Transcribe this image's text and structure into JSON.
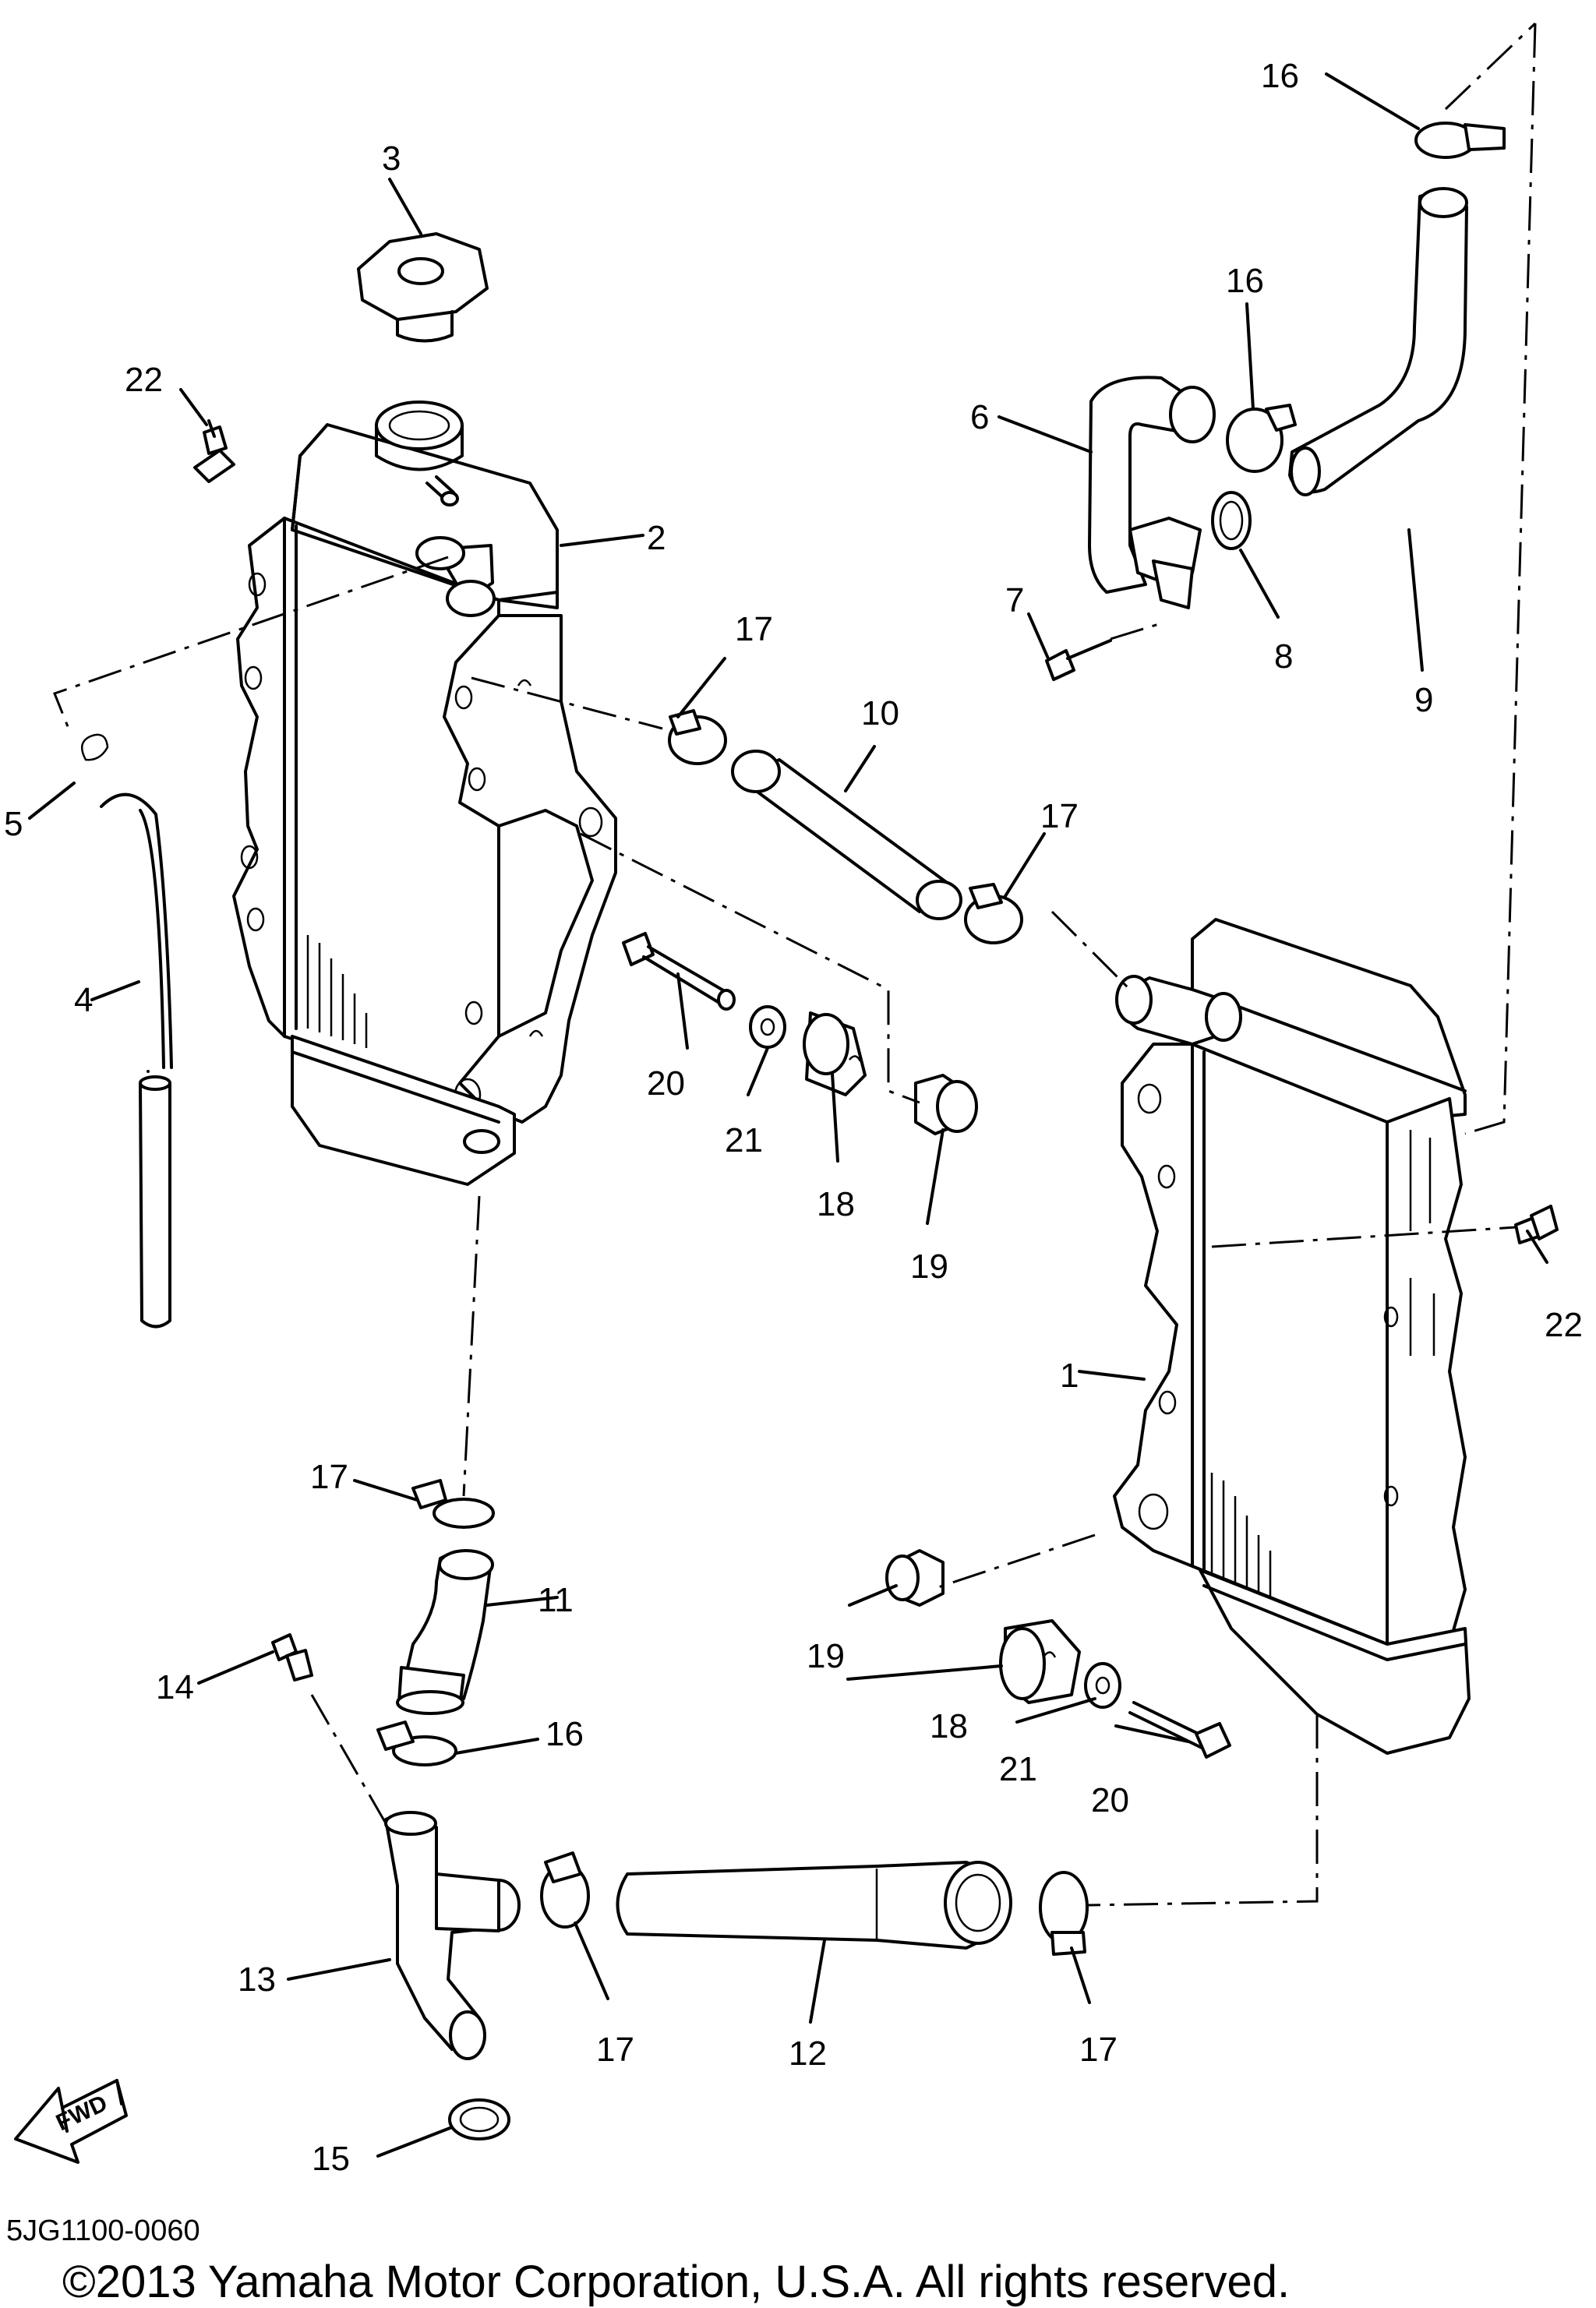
{
  "diagram": {
    "callouts": {
      "c1": "1",
      "c2": "2",
      "c3": "3",
      "c4": "4",
      "c5": "5",
      "c6": "6",
      "c7": "7",
      "c8": "8",
      "c9": "9",
      "c10": "10",
      "c11": "11",
      "c12": "12",
      "c13": "13",
      "c14": "14",
      "c15": "15",
      "c16a": "16",
      "c16b": "16",
      "c16c": "16",
      "c17a": "17",
      "c17b": "17",
      "c17c": "17",
      "c17d": "17",
      "c17e": "17",
      "c18a": "18",
      "c18b": "18",
      "c19a": "19",
      "c19b": "19",
      "c20a": "20",
      "c20b": "20",
      "c21a": "21",
      "c21b": "21",
      "c22a": "22",
      "c22b": "22"
    },
    "fwd_label": "FWD",
    "part_code": "5JG1100-0060",
    "copyright": "©2013 Yamaha Motor Corporation, U.S.A. All rights reserved."
  }
}
